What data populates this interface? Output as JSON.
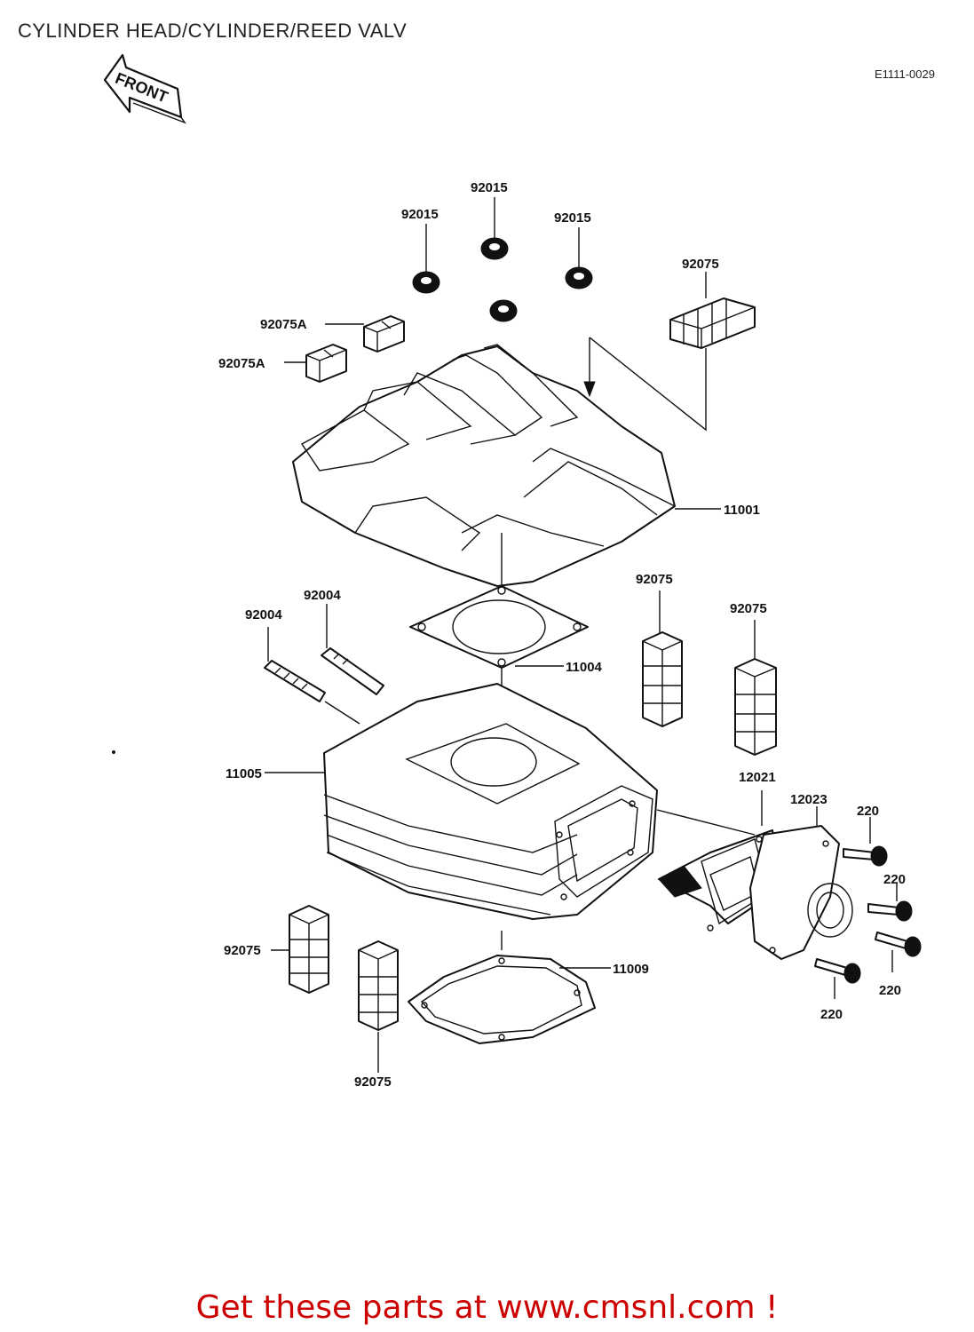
{
  "title": "CYLINDER HEAD/CYLINDER/REED VALV",
  "diagram_code": "E1111-0029",
  "front_label": "FRONT",
  "footer": "Get these parts at www.cmsnl.com !",
  "parts": {
    "nut_left": "92015",
    "nut_center": "92015",
    "nut_right": "92015",
    "damper_top_right": "92075",
    "damper_a_upper": "92075A",
    "damper_a_lower": "92075A",
    "cylinder_head": "11001",
    "stud_left": "92004",
    "stud_right": "92004",
    "head_gasket": "11004",
    "damper_mid_left": "92075",
    "damper_mid_right": "92075",
    "cylinder": "11005",
    "reed_valve": "12021",
    "manifold": "12023",
    "screw_top": "220",
    "screw_mid": "220",
    "screw_right": "220",
    "screw_bottom": "220",
    "damper_bottom_left": "92075",
    "damper_bottom_center": "92075",
    "base_gasket": "11009"
  }
}
